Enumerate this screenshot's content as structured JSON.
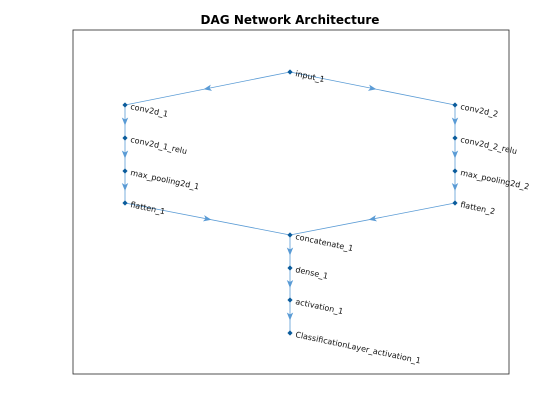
{
  "title": "DAG Network Architecture",
  "colors": {
    "edge": "#5a9bd5",
    "node": "#0b5c9c",
    "axes": "#262626",
    "background": "#ffffff"
  },
  "nodes": [
    {
      "id": "input_1",
      "label": "input_1"
    },
    {
      "id": "conv2d_1",
      "label": "conv2d_1"
    },
    {
      "id": "conv2d_1_relu",
      "label": "conv2d_1_relu"
    },
    {
      "id": "max_pooling2d_1",
      "label": "max_pooling2d_1"
    },
    {
      "id": "flatten_1",
      "label": "flatten_1"
    },
    {
      "id": "conv2d_2",
      "label": "conv2d_2"
    },
    {
      "id": "conv2d_2_relu",
      "label": "conv2d_2_relu"
    },
    {
      "id": "max_pooling2d_2",
      "label": "max_pooling2d_2"
    },
    {
      "id": "flatten_2",
      "label": "flatten_2"
    },
    {
      "id": "concatenate_1",
      "label": "concatenate_1"
    },
    {
      "id": "dense_1",
      "label": "dense_1"
    },
    {
      "id": "activation_1",
      "label": "activation_1"
    },
    {
      "id": "classification",
      "label": "ClassificationLayer_activation_1"
    }
  ],
  "edges": [
    [
      "input_1",
      "conv2d_1"
    ],
    [
      "input_1",
      "conv2d_2"
    ],
    [
      "conv2d_1",
      "conv2d_1_relu"
    ],
    [
      "conv2d_1_relu",
      "max_pooling2d_1"
    ],
    [
      "max_pooling2d_1",
      "flatten_1"
    ],
    [
      "conv2d_2",
      "conv2d_2_relu"
    ],
    [
      "conv2d_2_relu",
      "max_pooling2d_2"
    ],
    [
      "max_pooling2d_2",
      "flatten_2"
    ],
    [
      "flatten_1",
      "concatenate_1"
    ],
    [
      "flatten_2",
      "concatenate_1"
    ],
    [
      "concatenate_1",
      "dense_1"
    ],
    [
      "dense_1",
      "activation_1"
    ],
    [
      "activation_1",
      "classification"
    ]
  ]
}
